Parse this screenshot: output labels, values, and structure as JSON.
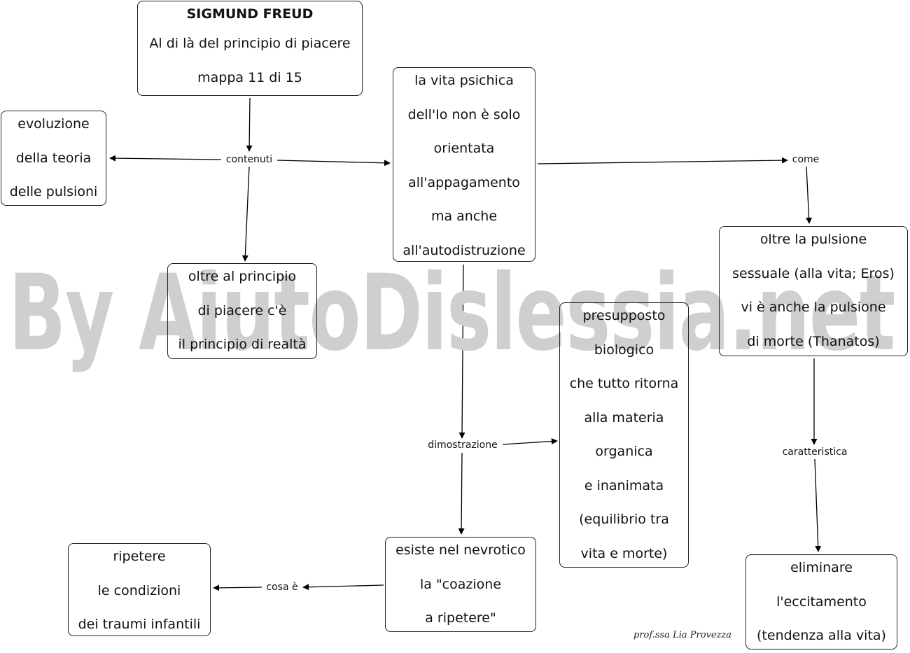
{
  "watermark": "By AiutoDislessia.net",
  "signature": "prof.ssa Lia Provezza",
  "nodes": {
    "freud": {
      "title": "SIGMUND  FREUD",
      "line2": "Al di là del principio di piacere",
      "line3": "mappa 11 di 15"
    },
    "evoluzione": {
      "line1": "evoluzione",
      "line2": "della teoria",
      "line3": "delle pulsioni"
    },
    "principio_realta": {
      "line1": "oltre al principio",
      "line2": "di piacere c'è",
      "line3": "il principio di realtà"
    },
    "vita_psichica": {
      "line1": "la vita psichica",
      "line2": "dell'Io non è solo",
      "line3": "orientata",
      "line4": "all'appagamento",
      "line5": "ma anche",
      "line6": "all'autodistruzione"
    },
    "pulsioni": {
      "line1": "oltre la pulsione",
      "line2": "sessuale (alla vita; Eros)",
      "line3": "vi è anche la pulsione",
      "line4": "di morte (Thanatos)"
    },
    "presupposto": {
      "line1": "presupposto",
      "line2": "biologico",
      "line3": "che tutto ritorna",
      "line4": "alla materia",
      "line5": "organica",
      "line6": "e inanimata",
      "line7": "(equilibrio tra",
      "line8": "vita e morte)"
    },
    "coazione": {
      "line1": "esiste nel nevrotico",
      "line2": "la \"coazione",
      "line3": "a ripetere\""
    },
    "ripetere": {
      "line1": "ripetere",
      "line2": "le condizioni",
      "line3": "dei traumi infantili"
    },
    "eliminare": {
      "line1": "eliminare",
      "line2": "l'eccitamento",
      "line3": "(tendenza alla vita)"
    }
  },
  "labels": {
    "contenuti": "contenuti",
    "come": "come",
    "dimostrazione": "dimostrazione",
    "caratteristica": "caratteristica",
    "cosa_e": "cosa è"
  }
}
